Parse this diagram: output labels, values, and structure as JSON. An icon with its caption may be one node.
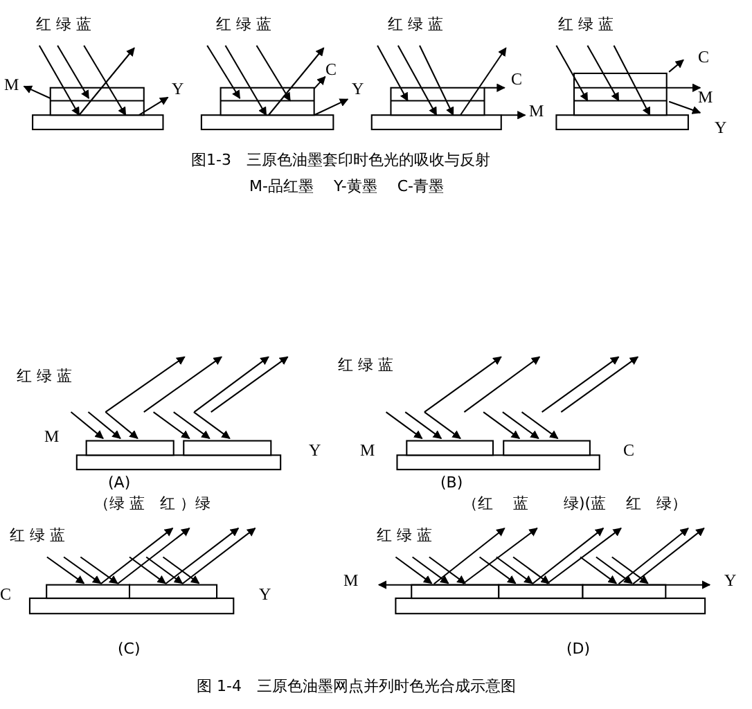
{
  "diagram": {
    "labels": [
      "红 绿 蓝",
      "红 绿 蓝",
      "红 绿 蓝",
      "红 绿 蓝",
      "M",
      "Y",
      "C",
      "Y",
      "C",
      "M",
      "C",
      "M",
      "Y",
      "图1-3　三原色油墨套印时色光的吸收与反射",
      "M-品红墨　 Y-黄墨　 C-青墨",
      "红 绿 蓝",
      "红 绿 蓝",
      "M",
      "Y",
      "M",
      "C",
      "(A)",
      "(B)",
      "（绿 蓝　红 ）绿",
      "（红　 蓝　　 绿)(蓝　 红　绿）",
      "红 绿 蓝",
      "红 绿 蓝",
      "C",
      "Y",
      "M",
      "Y",
      "(C)",
      "(D)",
      "图 1-4　三原色油墨网点并列时色光合成示意图"
    ]
  }
}
